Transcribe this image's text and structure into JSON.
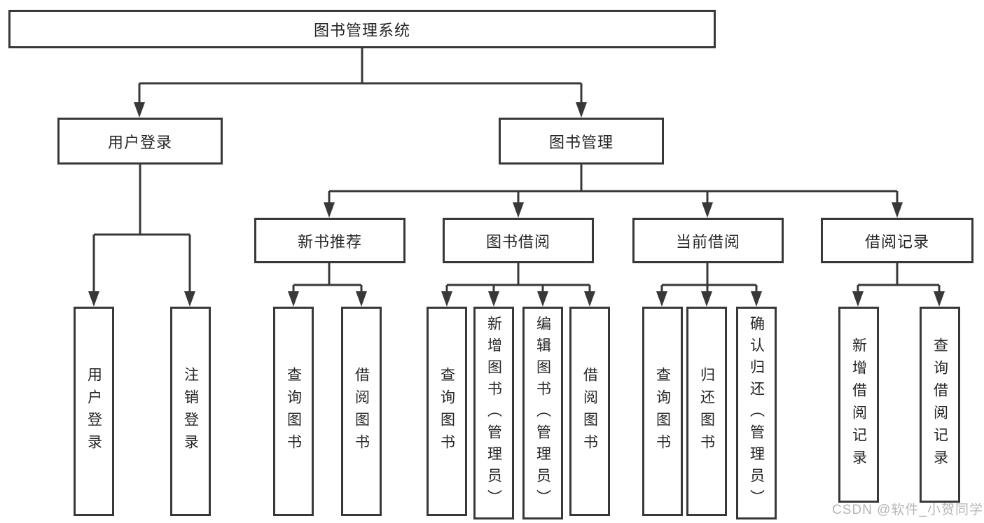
{
  "tree": {
    "label": "图书管理系统",
    "children": [
      {
        "label": "用户登录",
        "children": [
          {
            "label": "用户登录"
          },
          {
            "label": "注销登录"
          }
        ]
      },
      {
        "label": "图书管理",
        "children": [
          {
            "label": "新书推荐",
            "children": [
              {
                "label": "查询图书"
              },
              {
                "label": "借阅图书"
              }
            ]
          },
          {
            "label": "图书借阅",
            "children": [
              {
                "label": "查询图书"
              },
              {
                "label": "新增图书（管理员）"
              },
              {
                "label": "编辑图书（管理员）"
              },
              {
                "label": "借阅图书"
              }
            ]
          },
          {
            "label": "当前借阅",
            "children": [
              {
                "label": "查询图书"
              },
              {
                "label": "归还图书"
              },
              {
                "label": "确认归还（管理员）"
              }
            ]
          },
          {
            "label": "借阅记录",
            "children": [
              {
                "label": "新增借阅记录"
              },
              {
                "label": "查询借阅记录"
              }
            ]
          }
        ]
      }
    ]
  },
  "watermark": {
    "text": "CSDN @软件_小贺同学"
  },
  "colors": {
    "line": "#383838",
    "text": "#262626",
    "background": "#ffffff",
    "watermark_text": "#b5b5b5"
  }
}
